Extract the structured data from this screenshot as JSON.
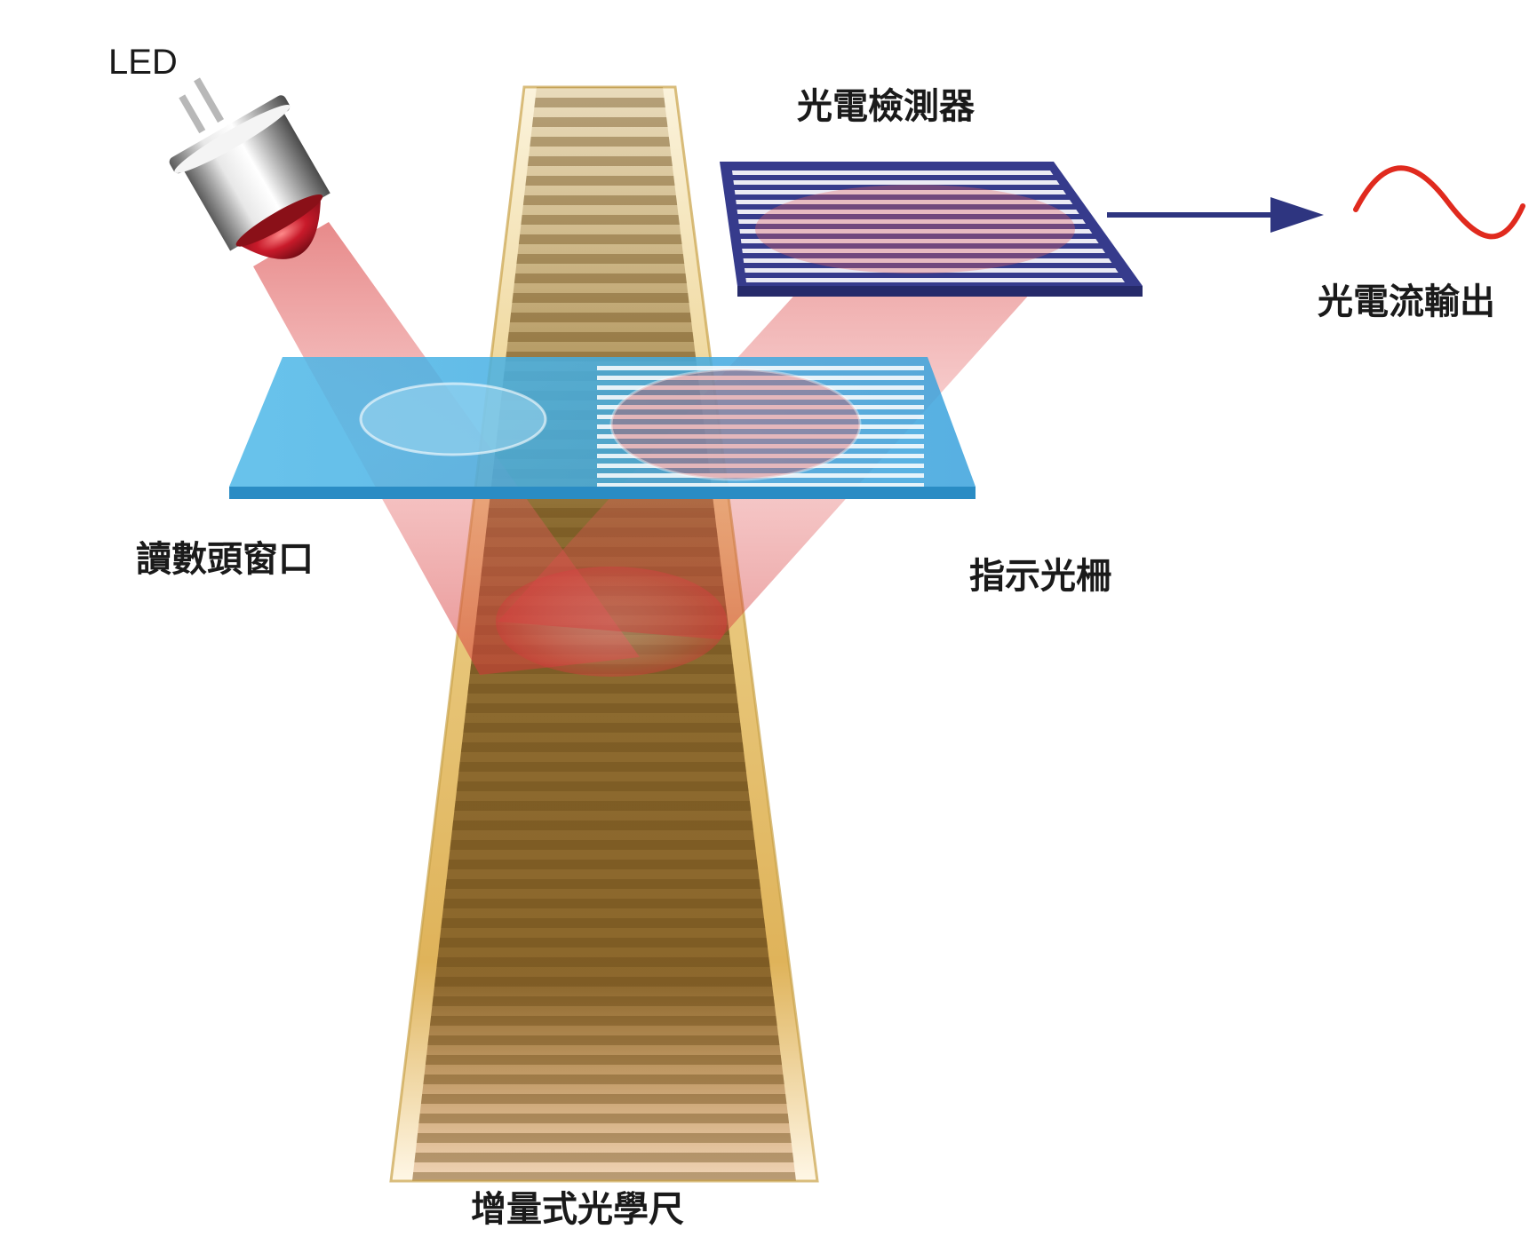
{
  "labels": {
    "led": "LED",
    "photodetector": "光電檢測器",
    "photocurrent_output": "光電流輸出",
    "readhead_window": "讀數頭窗口",
    "index_grating": "指示光柵",
    "incremental_scale": "增量式光學尺"
  },
  "colors": {
    "beam": "#e03a3a",
    "window_glass": "#3aa6dc",
    "detector": "#343a8f",
    "arrow": "#2e3580",
    "signal_wave": "#e02a1e",
    "scale_gold": "#e8c470",
    "scale_stripe": "#8a6a2a",
    "led_lens": "#c0182a"
  },
  "icons": {
    "led": "led-emitter-icon",
    "wave": "sine-wave-icon",
    "arrow": "arrow-right-icon"
  }
}
